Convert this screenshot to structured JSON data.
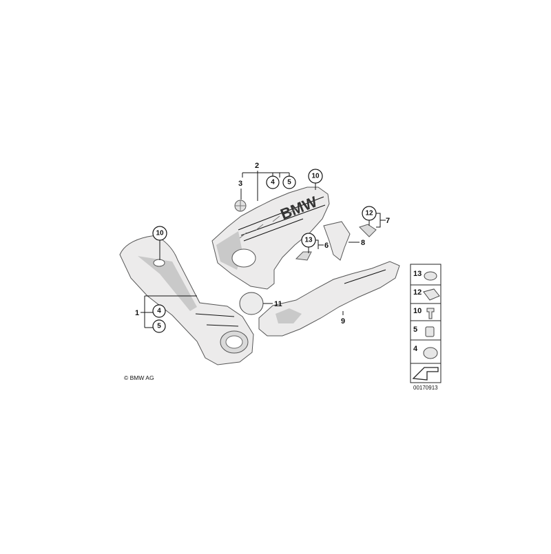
{
  "diagram": {
    "copyright": "© BMW AG",
    "drawing_number": "00170913",
    "logo_text": "BMW",
    "callouts": {
      "c2": "2",
      "c3": "3",
      "c4a": "4",
      "c5a": "5",
      "c10a": "10",
      "c10b": "10",
      "c12a": "12",
      "c7": "7",
      "c13a": "13",
      "c6": "6",
      "c8": "8",
      "c1": "1",
      "c4b": "4",
      "c5b": "5",
      "c11": "11",
      "c9": "9"
    },
    "legend": [
      "13",
      "12",
      "10",
      "5",
      "4"
    ]
  }
}
